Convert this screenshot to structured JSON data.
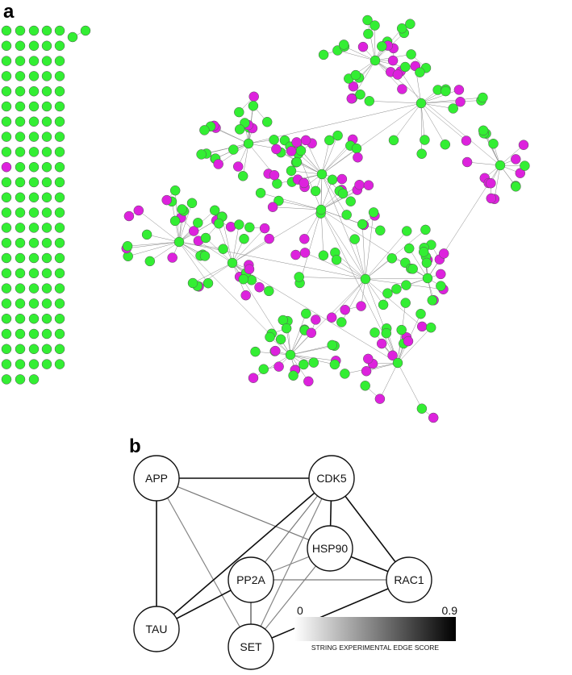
{
  "panel_a": {
    "label": "a",
    "colors": {
      "green": "#33ee33",
      "magenta": "#dd22dd",
      "edge": "#8a8a8a",
      "node_stroke": "#555555"
    }
  },
  "panel_b": {
    "label": "b",
    "nodes": [
      {
        "id": "APP",
        "label": "APP"
      },
      {
        "id": "CDK5",
        "label": "CDK5"
      },
      {
        "id": "HSP90",
        "label": "HSP90"
      },
      {
        "id": "PP2A",
        "label": "PP2A"
      },
      {
        "id": "RAC1",
        "label": "RAC1"
      },
      {
        "id": "TAU",
        "label": "TAU"
      },
      {
        "id": "SET",
        "label": "SET"
      }
    ],
    "edges": [
      {
        "from": "APP",
        "to": "CDK5",
        "score": 0.9
      },
      {
        "from": "APP",
        "to": "TAU",
        "score": 0.9
      },
      {
        "from": "APP",
        "to": "HSP90",
        "score": 0.5
      },
      {
        "from": "APP",
        "to": "SET",
        "score": 0.45
      },
      {
        "from": "CDK5",
        "to": "TAU",
        "score": 0.9
      },
      {
        "from": "CDK5",
        "to": "HSP90",
        "score": 0.9
      },
      {
        "from": "CDK5",
        "to": "RAC1",
        "score": 0.9
      },
      {
        "from": "CDK5",
        "to": "PP2A",
        "score": 0.5
      },
      {
        "from": "CDK5",
        "to": "SET",
        "score": 0.45
      },
      {
        "from": "HSP90",
        "to": "RAC1",
        "score": 0.9
      },
      {
        "from": "HSP90",
        "to": "PP2A",
        "score": 0.45
      },
      {
        "from": "HSP90",
        "to": "SET",
        "score": 0.45
      },
      {
        "from": "PP2A",
        "to": "TAU",
        "score": 0.9
      },
      {
        "from": "PP2A",
        "to": "RAC1",
        "score": 0.5
      },
      {
        "from": "PP2A",
        "to": "SET",
        "score": 0.7
      },
      {
        "from": "SET",
        "to": "RAC1",
        "score": 0.9
      }
    ],
    "scale": {
      "min": "0",
      "max": "0.9",
      "caption": "STRING EXPERIMENTAL EDGE SCORE"
    }
  }
}
